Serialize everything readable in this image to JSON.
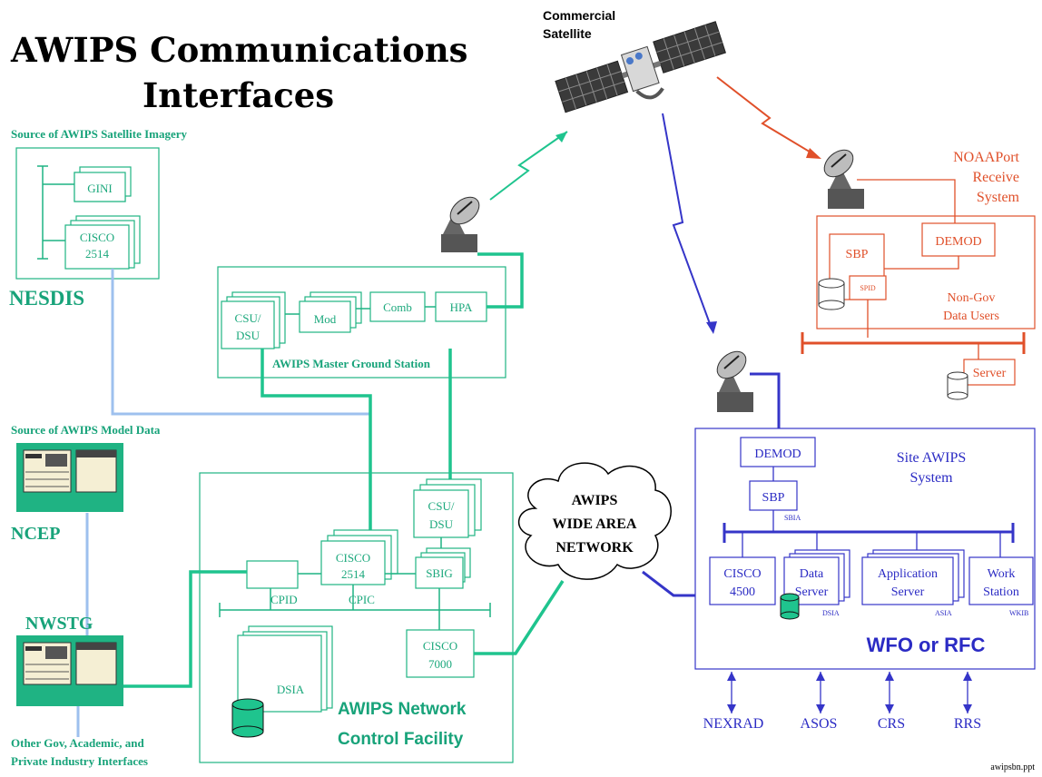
{
  "title": {
    "line1": "AWIPS Communications",
    "line2": "Interfaces"
  },
  "satellite": {
    "label_line1": "Commercial",
    "label_line2": "Satellite"
  },
  "nesdis": {
    "source_label": "Source of AWIPS Satellite Imagery",
    "gini": "GINI",
    "cisco_line1": "CISCO",
    "cisco_line2": "2514",
    "name": "NESDIS"
  },
  "ncep": {
    "source_label": "Source of AWIPS Model Data",
    "name": "NCEP"
  },
  "nwstg": {
    "name": "NWSTG",
    "other_line1": "Other Gov, Academic, and",
    "other_line2": "Private Industry Interfaces"
  },
  "master_ground_station": {
    "label": "AWIPS Master Ground Station",
    "csu_line1": "CSU/",
    "csu_line2": "DSU",
    "mod": "Mod",
    "comb": "Comb",
    "hpa": "HPA"
  },
  "ncf": {
    "label_line1": "AWIPS Network",
    "label_line2": "Control Facility",
    "csu_line1": "CSU/",
    "csu_line2": "DSU",
    "cisco2514_line1": "CISCO",
    "cisco2514_line2": "2514",
    "sbig": "SBIG",
    "cpid": "CPID",
    "cpic": "CPIC",
    "cisco7000_line1": "CISCO",
    "cisco7000_line2": "7000",
    "dsia": "DSIA"
  },
  "wan": {
    "line1": "AWIPS",
    "line2": "WIDE AREA",
    "line3": "NETWORK"
  },
  "noaaport": {
    "label_line1": "NOAAPort",
    "label_line2": "Receive",
    "label_line3": "System",
    "sbp": "SBP",
    "spid": "SPID",
    "demod": "DEMOD",
    "nongov_line1": "Non-Gov",
    "nongov_line2": "Data Users",
    "server": "Server"
  },
  "site": {
    "label_line1": "Site AWIPS",
    "label_line2": "System",
    "demod": "DEMOD",
    "sbp": "SBP",
    "sbia": "SBIA",
    "cisco_line1": "CISCO",
    "cisco_line2": "4500",
    "data_server_line1": "Data",
    "data_server_line2": "Server",
    "dsia": "DSIA",
    "app_server_line1": "Application",
    "app_server_line2": "Server",
    "asia": "ASIA",
    "workstation_line1": "Work",
    "workstation_line2": "Station",
    "wkib": "WKIB",
    "wfo_rfc": "WFO or RFC"
  },
  "inputs": [
    "NEXRAD",
    "ASOS",
    "CRS",
    "RRS"
  ],
  "filename": "awipsbn.ppt",
  "colors": {
    "green": "#1fb383",
    "blue": "#3535c8",
    "red": "#e0502a",
    "light_blue": "#9ec0ee"
  }
}
